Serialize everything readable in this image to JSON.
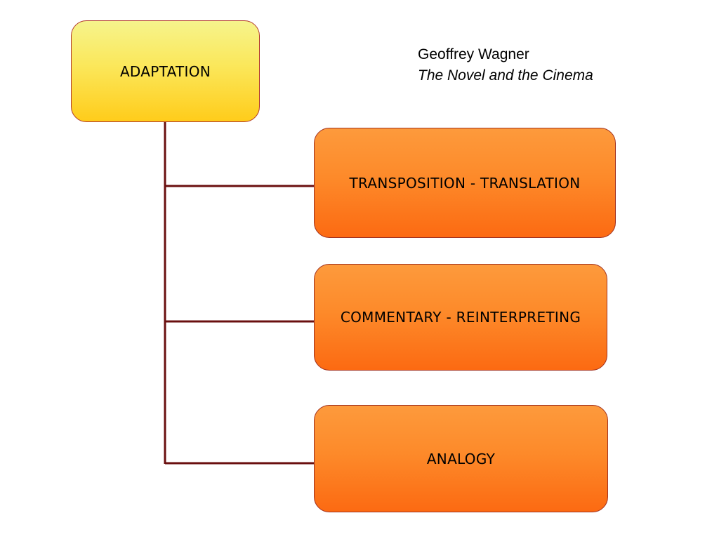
{
  "root": {
    "label": "ADAPTATION"
  },
  "children": [
    {
      "label": "TRANSPOSITION - TRANSLATION"
    },
    {
      "label": "COMMENTARY - REINTERPRETING"
    },
    {
      "label": "ANALOGY"
    }
  ],
  "citation": {
    "author": "Geoffrey Wagner",
    "title": "The Novel and the Cinema"
  },
  "colors": {
    "connector": "#6a0f0f",
    "root_fill_top": "#f6f48c",
    "root_fill_bottom": "#ffcc1a",
    "child_fill_top": "#fd9a3c",
    "child_fill_bottom": "#fc6a12",
    "box_border": "#a0301f"
  }
}
